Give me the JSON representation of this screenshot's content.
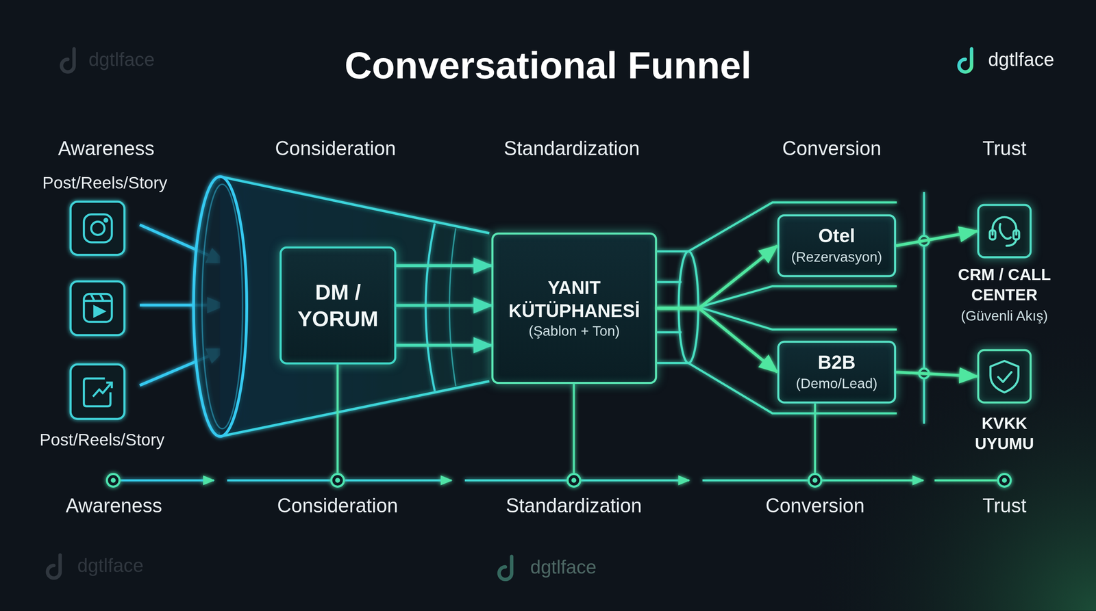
{
  "diagram": {
    "title": "Conversational Funnel",
    "nodes": [
      {
        "text": [
          "DM / YORUM"
        ]
      },
      {
        "text": [
          "YANIT KÜTÜPHANESİ",
          "(Şablon + Ton)"
        ]
      },
      {
        "text": [
          "Otel",
          "(Rezervasyon)"
        ]
      },
      {
        "text": [
          "B2B",
          "(Demo/Lead)"
        ]
      },
      {
        "text": [
          "CRM / CALL CENTER",
          "(Güvenli Akış)"
        ]
      },
      {
        "text": [
          "KVKK UYUMU"
        ]
      }
    ],
    "edges": [
      {
        "from": 0,
        "to": 1,
        "arrow": "to"
      },
      {
        "from": 0,
        "to": 1,
        "arrow": "to"
      },
      {
        "from": 0,
        "to": 1,
        "arrow": "to"
      },
      {
        "from": 1,
        "to": 2,
        "arrow": "to"
      },
      {
        "from": 1,
        "to": 3,
        "arrow": "to"
      },
      {
        "from": 2,
        "to": 4,
        "arrow": "to"
      },
      {
        "from": 3,
        "to": 5,
        "arrow": "to"
      }
    ],
    "labels": [
      "Awareness",
      "Consideration",
      "Standardization",
      "Conversion",
      "Trust",
      "Post/Reels/Story",
      "Post/Reels/Story",
      "Awareness",
      "Consideration",
      "Standardization",
      "Conversion",
      "Trust",
      "dgtlface",
      "dgtlface",
      "dgtlface",
      "dgtlface"
    ]
  }
}
